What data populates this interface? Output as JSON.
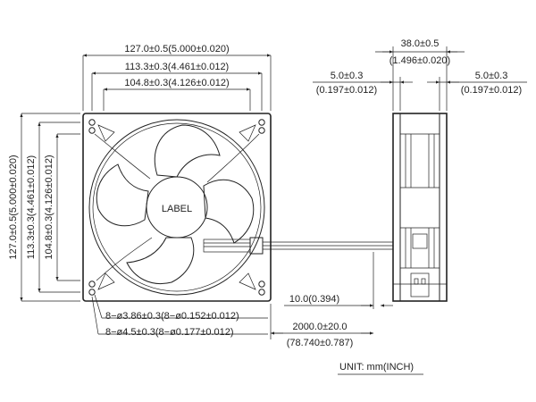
{
  "front_view": {
    "dim_outer": "127.0±0.5(5.000±0.020)",
    "dim_mid": "113.3±0.3(4.461±0.012)",
    "dim_inner": "104.8±0.3(4.126±0.012)",
    "vdim_outer": "127.0±0.5(5.000±0.020)",
    "vdim_mid": "113.3±0.3(4.461±0.012)",
    "vdim_inner": "104.8±0.3(4.126±0.012)",
    "hub_label": "LABEL",
    "hole_small": "8−ø3.86±0.3(8−ø0.152±0.012)",
    "hole_large": "8−ø4.5±0.3(8−ø0.177±0.012)"
  },
  "side_view": {
    "depth_mm": "38.0±0.5",
    "depth_in": "(1.496±0.020)",
    "flange_left_mm": "5.0±0.3",
    "flange_left_in": "(0.197±0.012)",
    "flange_right_mm": "5.0±0.3",
    "flange_right_in": "(0.197±0.012)",
    "lead_stub": "10.0(0.394)",
    "lead_length_mm": "2000.0±20.0",
    "lead_length_in": "(78.740±0.787)"
  },
  "unit_note": "UNIT:  mm(INCH)"
}
